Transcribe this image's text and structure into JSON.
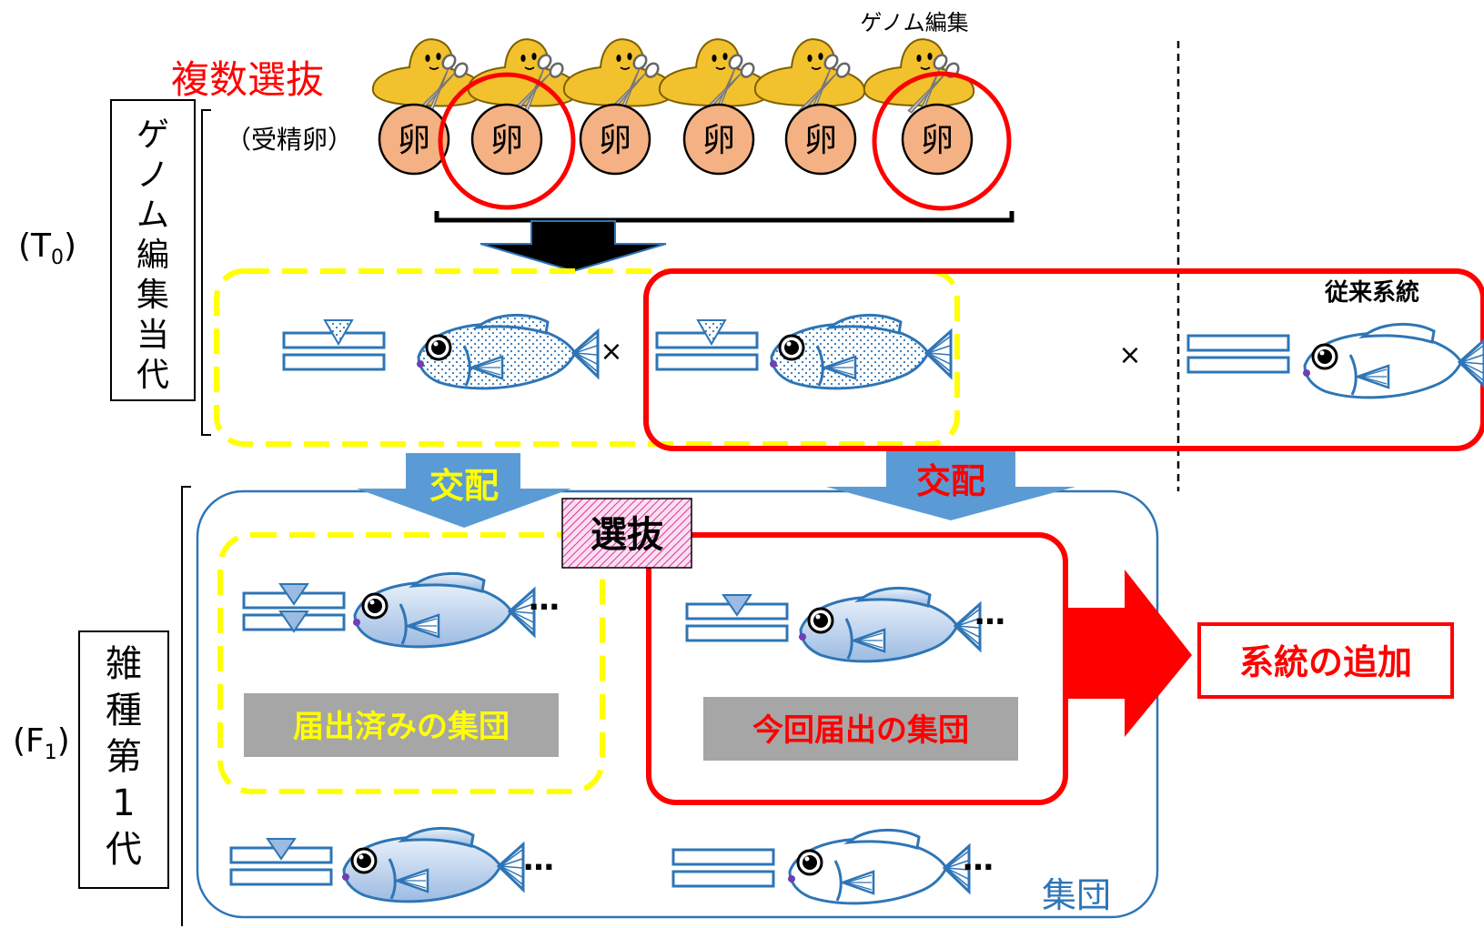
{
  "labels": {
    "genome_editing_top": "ゲノム編集",
    "multiple_selection": "複数選抜",
    "fertilized_egg": "（受精卵）",
    "egg_char": "卵",
    "t0_generation": "(T0)",
    "t0_prefix": "(T",
    "t0_sub": "0",
    "t0_suffix": ")",
    "f1_prefix": "(F",
    "f1_sub": "1",
    "f1_suffix": ")",
    "t0_box": [
      "ゲ",
      "ノ",
      "ム",
      "編",
      "集",
      "当",
      "代"
    ],
    "f1_box": [
      "雑",
      "種",
      "第",
      "1",
      "代"
    ],
    "conventional_line": "従来系統",
    "cross_symbol": "×",
    "mating": "交配",
    "selection": "選抜",
    "ellipsis": "…",
    "notified_group": "届出済みの集団",
    "current_group": "今回届出の集団",
    "line_addition": "系統の追加",
    "population": "集団"
  },
  "colors": {
    "red": "#ff0000",
    "yellow": "#ffff00",
    "blue_arrow": "#5b9bd5",
    "outline_blue": "#2e75b6",
    "egg_fill": "#f4b183",
    "gray_box": "#a6a6a6",
    "fish_gradient_top": "#e3ecf7",
    "fish_gradient_bottom": "#9ebbe0"
  }
}
